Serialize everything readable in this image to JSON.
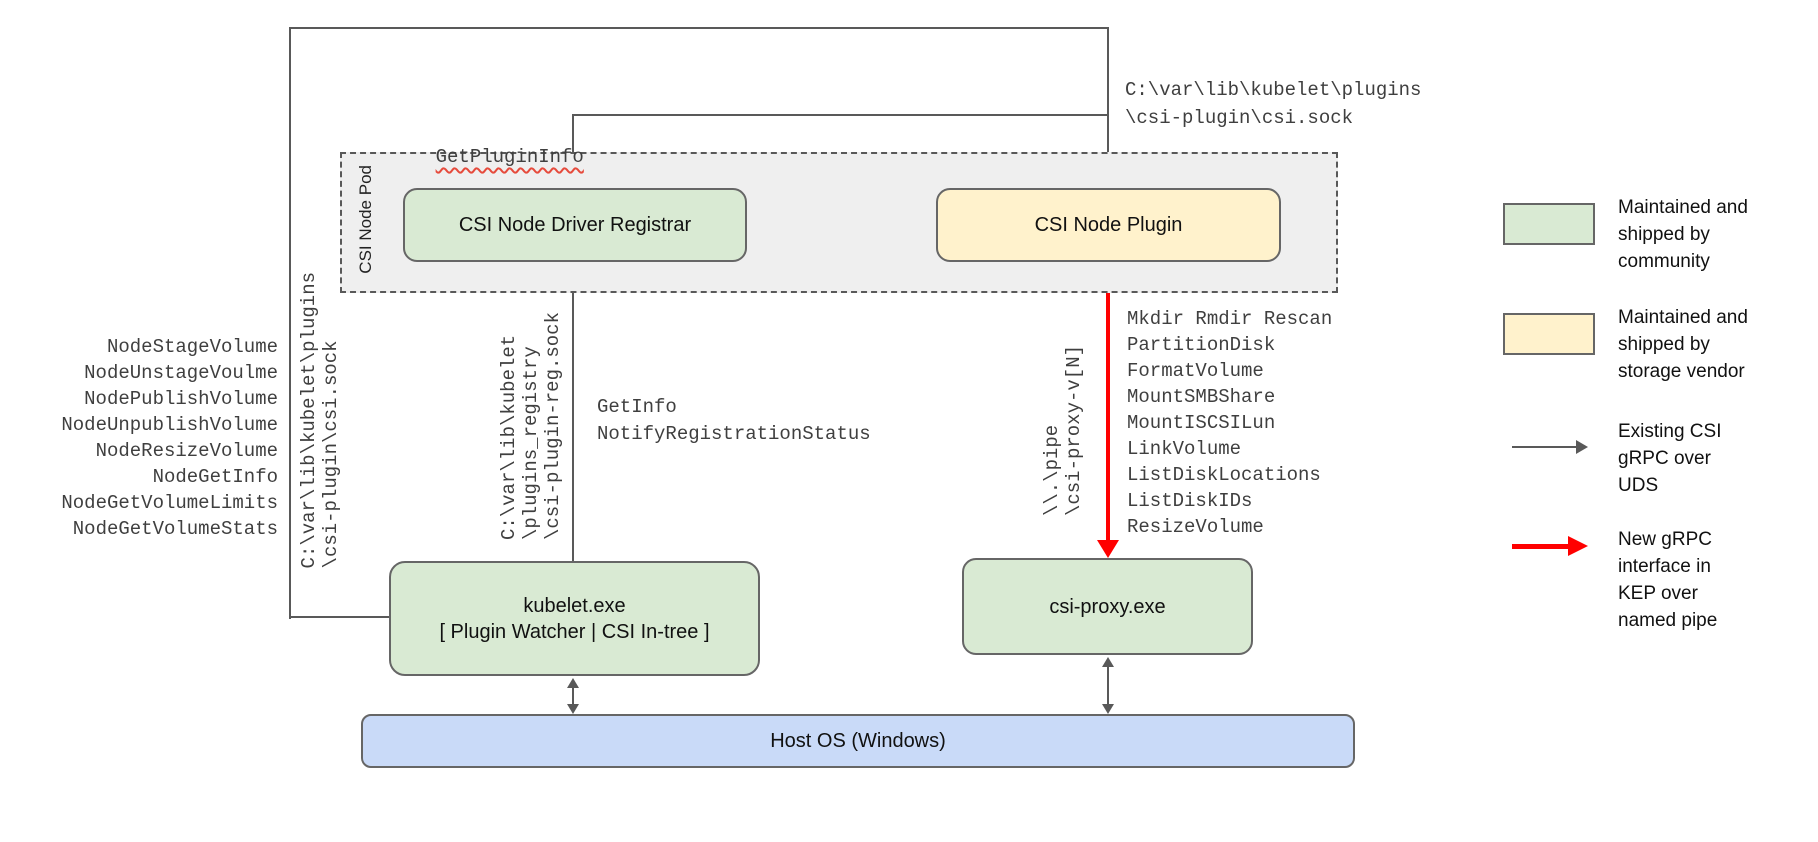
{
  "pod": {
    "label": "CSI Node Pod"
  },
  "boxes": {
    "registrar": "CSI Node Driver Registrar",
    "plugin": "CSI Node Plugin",
    "kubelet_title": "kubelet.exe",
    "kubelet_subtitle": "[ Plugin Watcher | CSI In-tree ]",
    "proxy": "csi-proxy.exe",
    "host": "Host OS (Windows)"
  },
  "calls": {
    "get_plugin_info": "GetPluginInfo",
    "registration": [
      "GetInfo",
      "NotifyRegistrationStatus"
    ],
    "node_methods": [
      "NodeStageVolume",
      "NodeUnstageVoulme",
      "NodePublishVolume",
      "NodeUnpublishVolume",
      "NodeResizeVolume",
      "NodeGetInfo",
      "NodeGetVolumeLimits",
      "NodeGetVolumeStats"
    ],
    "proxy_methods": [
      "Mkdir Rmdir Rescan",
      "PartitionDisk",
      "FormatVolume",
      "MountSMBShare",
      "MountISCSILun",
      "LinkVolume",
      "ListDiskLocations",
      "ListDiskIDs",
      "ResizeVolume"
    ]
  },
  "paths": {
    "csi_sock_top_right": [
      "C:\\var\\lib\\kubelet\\plugins",
      "\\csi-plugin\\csi.sock"
    ],
    "csi_sock_left": [
      "C:\\var\\lib\\kubelet\\plugins",
      "\\csi-plugin\\csi.sock"
    ],
    "registration_sock": [
      "C:\\var\\lib\\kubelet",
      "\\plugins_registry",
      "\\csi-plugin-reg.sock"
    ],
    "named_pipe": [
      "\\\\.\\pipe",
      "\\csi-proxy-v[N]"
    ]
  },
  "legend": {
    "community": [
      "Maintained and",
      "shipped by",
      "community"
    ],
    "vendor": [
      "Maintained and",
      "shipped by",
      "storage vendor"
    ],
    "existing_grpc": [
      "Existing CSI",
      "gRPC over",
      "UDS"
    ],
    "new_grpc": [
      "New gRPC",
      "interface in",
      "KEP over",
      "named pipe"
    ]
  },
  "colors": {
    "community_fill": "#d9ead3",
    "vendor_fill": "#fff2cc",
    "host_fill": "#c9daf8",
    "pod_fill": "#efefef",
    "connector": "#595959",
    "new_grpc_arrow": "#ff0000"
  }
}
